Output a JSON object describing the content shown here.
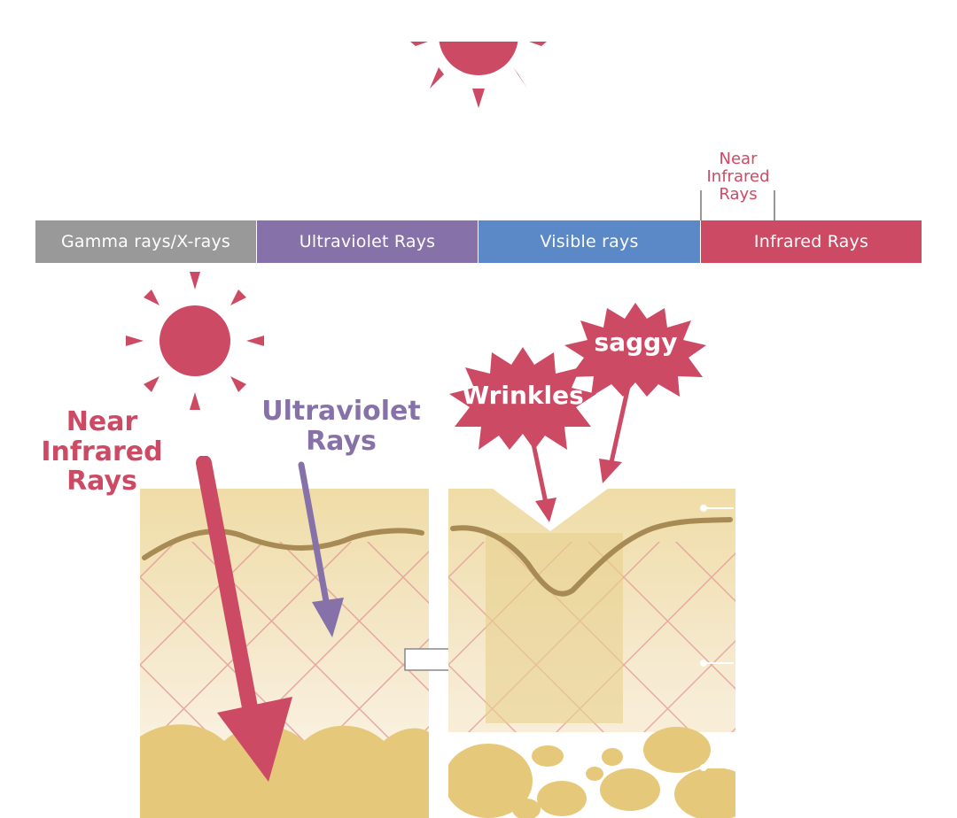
{
  "spectrum": {
    "gamma_label": "Gamma rays/X-rays",
    "uv_label": "Ultraviolet Rays",
    "visible_label": "Visible rays",
    "infrared_label": "Infrared Rays",
    "near_infrared_line1": "Near",
    "near_infrared_line2": "Infrared",
    "near_infrared_line3": "Rays"
  },
  "rays": {
    "nir_line1": "Near",
    "nir_line2": "Infrared",
    "nir_line3": "Rays",
    "uv_line1": "Ultraviolet",
    "uv_line2": "Rays"
  },
  "effects": {
    "wrinkles": "Wrinkles",
    "saggy": "saggy"
  },
  "icons": {
    "sun": "sun-icon",
    "arrow": "right-arrow-icon"
  },
  "colors": {
    "gamma": "#999999",
    "uv": "#8672a8",
    "visible": "#5b88c6",
    "infrared": "#cc4a64",
    "skin": "#f3e2b0",
    "fat": "#e6c87a",
    "collagen": "#e59a9a"
  }
}
